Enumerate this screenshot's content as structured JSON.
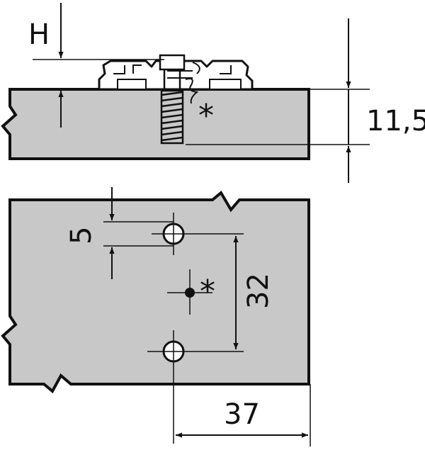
{
  "colors": {
    "panel_fill": "#c8c8c8",
    "line": "#111111",
    "background": "#ffffff"
  },
  "labels": {
    "height_symbol": "H",
    "board_thickness": "11,5",
    "hole_offset": "5",
    "hole_spacing": "32",
    "edge_distance": "37",
    "marker_side": "*",
    "marker_plan": "*"
  }
}
